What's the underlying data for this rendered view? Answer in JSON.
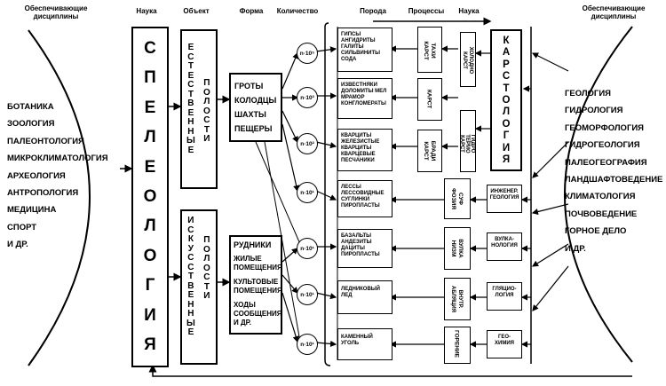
{
  "headers": {
    "left_disciplines": "Обеспечивающие дисциплины",
    "nauka_left": "Наука",
    "object": "Объект",
    "forma": "Форма",
    "quantity": "Количество",
    "rock": "Порода",
    "processes": "Процессы",
    "nauka_right": "Наука",
    "right_disciplines": "Обеспечивающие дисциплины"
  },
  "left_disciplines": [
    "БОТАНИКА",
    "ЗООЛОГИЯ",
    "ПАЛЕОНТОЛОГИЯ",
    "МИКРОКЛИМАТОЛОГИЯ",
    "АРХЕОЛОГИЯ",
    "АНТРОПОЛОГИЯ",
    "МЕДИЦИНА",
    "СПОРТ",
    "И ДР."
  ],
  "speleology": [
    "С",
    "П",
    "Е",
    "Л",
    "Е",
    "О",
    "Л",
    "О",
    "Г",
    "И",
    "Я"
  ],
  "natural": {
    "word1": [
      "Е",
      "С",
      "Т",
      "Е",
      "С",
      "Т",
      "В",
      "Е",
      "Н",
      "Н",
      "Ы",
      "Е"
    ],
    "word2": [
      "П",
      "О",
      "Л",
      "О",
      "С",
      "Т",
      "И"
    ]
  },
  "artificial": {
    "word1": [
      "И",
      "С",
      "К",
      "У",
      "С",
      "С",
      "Т",
      "В",
      "Е",
      "Н",
      "Н",
      "Ы",
      "Е"
    ],
    "word2": [
      "П",
      "О",
      "Л",
      "О",
      "С",
      "Т",
      "И"
    ]
  },
  "forms_natural": [
    "ГРОТЫ",
    "КОЛОДЦЫ",
    "ШАХТЫ",
    "ПЕЩЕРЫ"
  ],
  "forms_artificial": [
    "РУДНИКИ",
    "ЖИЛЫЕ ПОМЕЩЕНИЯ",
    "КУЛЬТОВЫЕ ПОМЕЩЕНИЯ",
    "ХОДЫ СООБЩЕНИЯ И ДР."
  ],
  "quantities": [
    "n·10⁵",
    "n·10³",
    "n·10²",
    "n·10¹",
    "n·10¹",
    "n·10¹",
    "n·10¹"
  ],
  "rocks": [
    "ГИПСЫ АНГИДРИТЫ ГАЛИТЫ СИЛЬВИНИТЫ СОДА",
    "ИЗВЕСТНЯКИ ДОЛОМИТЫ МЕЛ МРАМОР КОНГЛОМЕРАТЫ",
    "КВАРЦИТЫ ЖЕЛЕЗИСТЫЕ КВАРЦИТЫ КВАРЦЕВЫЕ ПЕСЧАНИКИ",
    "ЛЕССЫ ЛЕССОВИДНЫЕ СУГЛИНКИ ПИРОПЛАСТЫ",
    "БАЗАЛЬТЫ АНДЕЗИТЫ ДАЦИТЫ ПИРОПЛАСТЫ",
    "ЛЕДНИКОВЫЙ ЛЕД",
    "КАМЕННЫЙ УГОЛЬ"
  ],
  "processes": {
    "karst_a": [
      "ТАХИ",
      "КАРСТ"
    ],
    "karst_b": "КАРСТ",
    "karst_c": [
      "БРАДИ",
      "КАРСТ"
    ],
    "suffosia": [
      "СУФ",
      "ФОЗИЯ"
    ],
    "vulkanizm": [
      "ВУЛКА",
      "НИЗМ"
    ],
    "ablacia": [
      "ВНУТР.",
      "АБЛЯЦИЯ"
    ],
    "gorenie": "ГОРЕНИЕ"
  },
  "sciences_small": {
    "cold": [
      "ХОЛОДНО",
      "КАРСТ"
    ],
    "hydrotherm": [
      "ГИДРО",
      "ТЕРМО",
      "КАРСТ"
    ],
    "karstology": [
      "К",
      "А",
      "Р",
      "С",
      "Т",
      "О",
      "Л",
      "О",
      "Г",
      "И",
      "Я"
    ],
    "eng_geology": [
      "ИНЖЕНЕР.",
      "ГЕОЛОГИЯ"
    ],
    "volcanology": [
      "ВУЛКА-",
      "НОЛОГИЯ"
    ],
    "glaciology": [
      "ГЛЯЦИО-",
      "ЛОГИЯ"
    ],
    "geochemistry": [
      "ГЕО-",
      "ХИМИЯ"
    ]
  },
  "right_disciplines": [
    "ГЕОЛОГИЯ",
    "ГИДРОЛОГИЯ",
    "ГЕОМОРФОЛОГИЯ",
    "ГИДРОГЕОЛОГИЯ",
    "ПАЛЕОГЕОГРАФИЯ",
    "ЛАНДШАФТОВЕДЕНИЕ",
    "КЛИМАТОЛОГИЯ",
    "ПОЧВОВЕДЕНИЕ",
    "ГОРНОЕ ДЕЛО",
    "И ДР."
  ]
}
